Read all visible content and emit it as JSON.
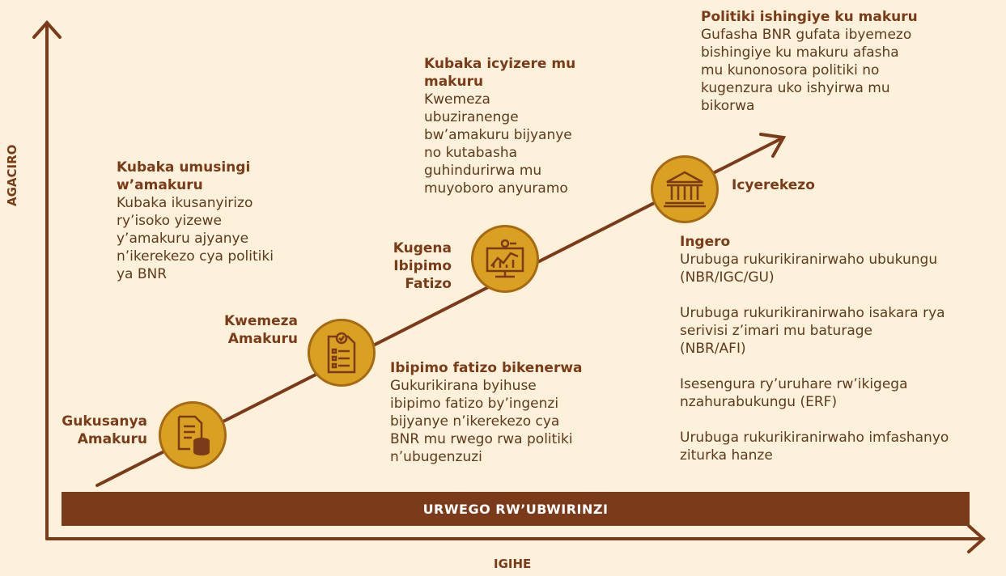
{
  "axes": {
    "y_label": "AGACIRO",
    "x_label": "IGIHE"
  },
  "base_bar": "URWEGO  RW’UBWIRINZI",
  "stages": [
    {
      "label": "Gukusanya\nAmakuru",
      "icon": "document-database-icon"
    },
    {
      "label": "Kwemeza\nAmakuru",
      "icon": "checklist-icon"
    },
    {
      "label": "Kugena\nIbipimo\nFatizo",
      "icon": "analytics-monitor-icon"
    },
    {
      "label": "Icyerekezo",
      "icon": "bank-building-icon"
    }
  ],
  "blocks": [
    {
      "title": "Kubaka umusingi\nw’amakuru",
      "text": "Kubaka ikusanyirizo\nry’isoko yizewe\ny’amakuru ajyanye\nn’ikerekezo cya politiki\nya BNR"
    },
    {
      "title": "Kubaka icyizere mu\nmakuru",
      "text": "Kwemeza\nubuziranenge\nbw’amakuru bijyanye\nno kutabasha\nguhindurirwa mu\nmuyoboro anyuramo"
    },
    {
      "title": "Politiki ishingiye ku makuru",
      "text": "Gufasha BNR gufata ibyemezo\nbishingiye ku makuru afasha\nmu kunonosora politiki no\nkugenzura uko ishyirwa mu\nbikorwa"
    },
    {
      "title": "Ibipimo fatizo bikenerwa",
      "text": "Gukurikirana byihuse\nibipimo fatizo by’ingenzi\nbijyanye n’ikerekezo cya\nBNR mu rwego rwa politiki\nn’ubugenzuzi"
    }
  ],
  "examples": {
    "title": "Ingero",
    "items": [
      "Urubuga rukurikiranirwaho ubukungu\n(NBR/IGC/GU)",
      "Urubuga rukurikiranirwaho isakara rya\nserivisi z’imari mu baturage\n(NBR/AFI)",
      "Isesengura ry’uruhare rw’ikigega\nnzahurabukungu (ERF)",
      "Urubuga rukurikiranirwaho imfashanyo\nziturka hanze"
    ]
  },
  "colors": {
    "background": "#fdf1dc",
    "brown": "#7b3b1a",
    "gold": "#d9a021"
  }
}
